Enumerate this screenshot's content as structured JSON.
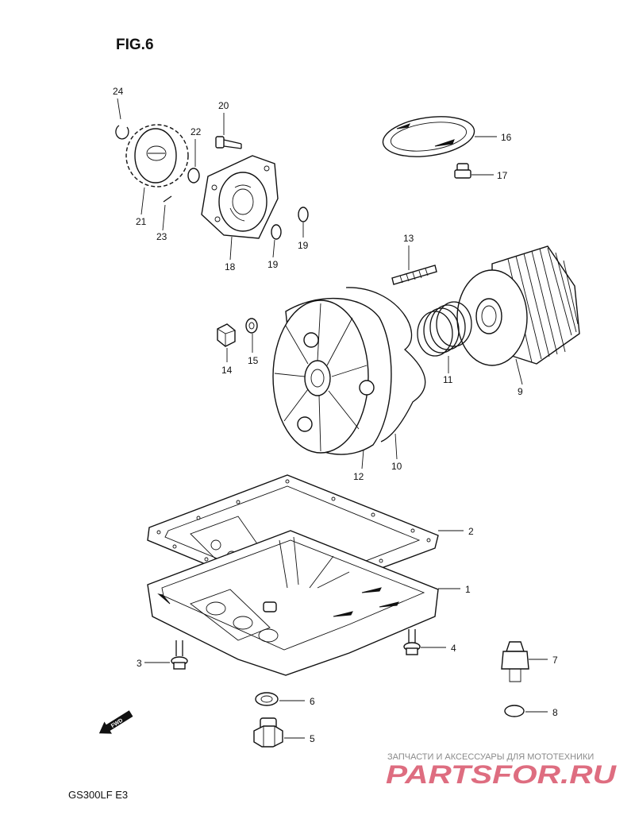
{
  "figure": {
    "title": "FIG.6",
    "model": "GS300LF  E3"
  },
  "fwd_label": "FWD",
  "watermark": {
    "tagline": "ЗАПЧАСТИ И АКСЕССУАРЫ ДЛЯ МОТОТЕХНИКИ",
    "brand": "PARTSFOR.RU"
  },
  "callouts": {
    "c1": "1",
    "c2": "2",
    "c3": "3",
    "c4": "4",
    "c5": "5",
    "c6": "6",
    "c7": "7",
    "c8": "8",
    "c9": "9",
    "c10": "10",
    "c11": "11",
    "c12": "12",
    "c13": "13",
    "c14": "14",
    "c15": "15",
    "c16": "16",
    "c17": "17",
    "c18": "18",
    "c19a": "19",
    "c19b": "19",
    "c20": "20",
    "c21": "21",
    "c22": "22",
    "c23": "23",
    "c24": "24"
  },
  "colors": {
    "line": "#111111",
    "watermark_text": "#8a8a8a",
    "watermark_brand": "#d9546a"
  }
}
